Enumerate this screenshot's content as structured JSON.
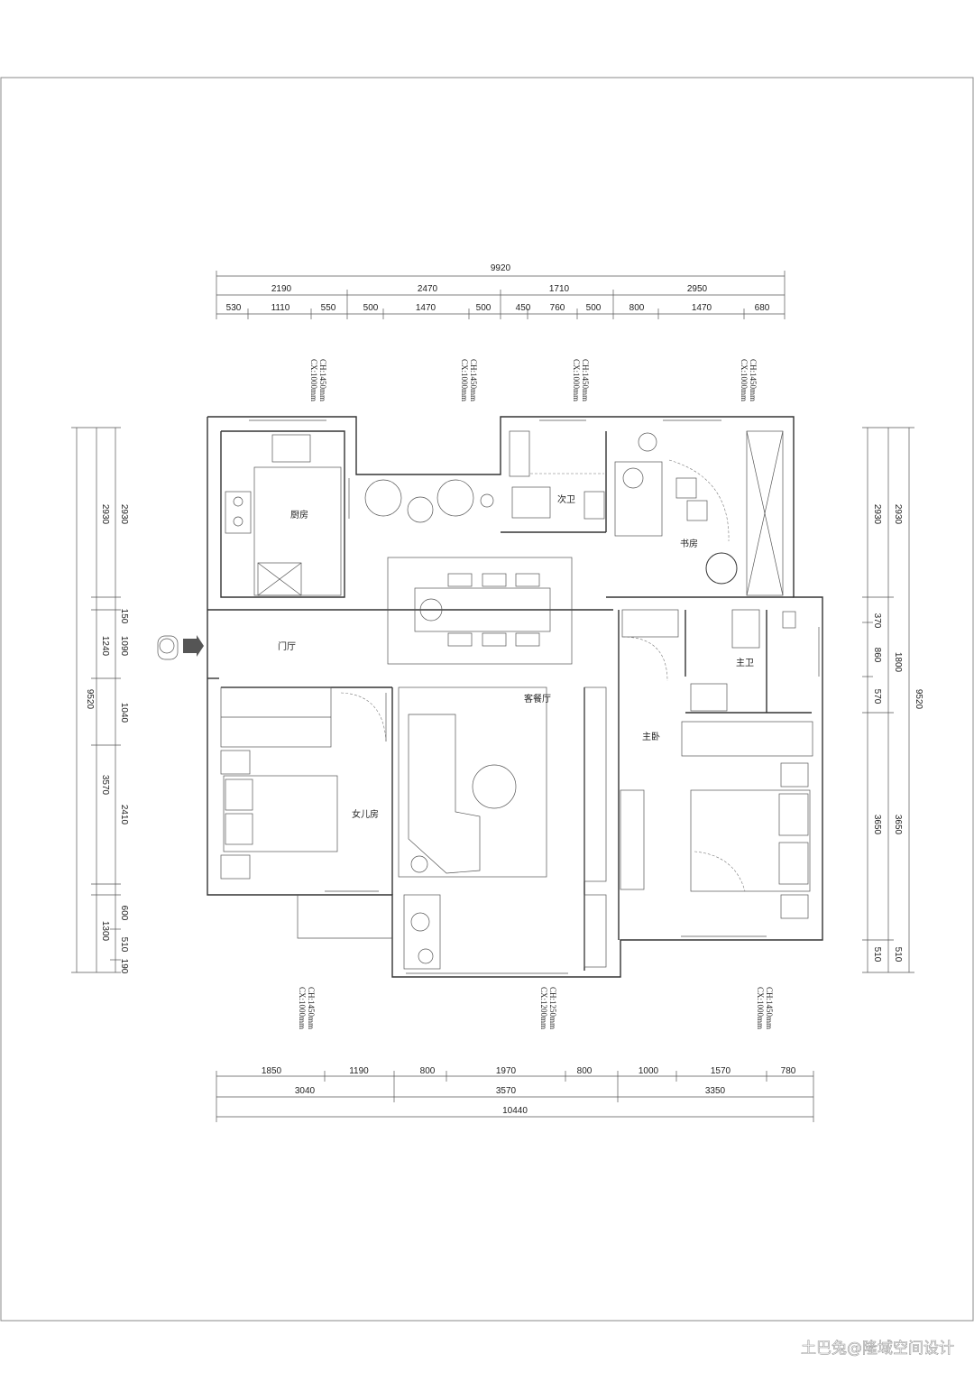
{
  "dims": {
    "top_total": "9920",
    "top_mid": [
      "2190",
      "2470",
      "1710",
      "2950"
    ],
    "top_fine": [
      "530",
      "1110",
      "550",
      "500",
      "1470",
      "500",
      "450",
      "760",
      "500",
      "800",
      "1470",
      "680"
    ],
    "bottom_fine": [
      "1850",
      "1190",
      "800",
      "1970",
      "800",
      "1000",
      "1570",
      "780"
    ],
    "bottom_mid": [
      "3040",
      "3570",
      "3350"
    ],
    "bottom_total": "10440",
    "left_total": "9520",
    "left_mid": [
      "2930",
      "1240",
      "3570",
      "1300"
    ],
    "left_fine": [
      "2930",
      "150",
      "1090",
      "1040",
      "2410",
      "600",
      "510",
      "190"
    ],
    "right_total": "9520",
    "right_mid": [
      "2930",
      "1800",
      "3650",
      "510"
    ],
    "right_fine": [
      "2930",
      "370",
      "860",
      "570",
      "3650",
      "510"
    ]
  },
  "rooms": {
    "kitchen": "厨房",
    "second_bath": "次卫",
    "study": "书房",
    "foyer": "门厅",
    "master_bath": "主卫",
    "living_dining": "客餐厅",
    "master_bed": "主卧",
    "daughter_room": "女儿房"
  },
  "window_notes": {
    "top1": [
      "CH:1450mm",
      "CX:1000mm"
    ],
    "top2": [
      "CH:1450mm",
      "CX:1000mm"
    ],
    "top3": [
      "CH:1450mm",
      "CX:1000mm"
    ],
    "top4": [
      "CH:1450mm",
      "CX:1000mm"
    ],
    "bot1": [
      "CH:1450mm",
      "CX:1000mm"
    ],
    "bot2": [
      "CH:1250mm",
      "CX:1200mm"
    ],
    "bot3": [
      "CH:1450mm",
      "CX:1000mm"
    ]
  },
  "watermark": "土巴兔@隆域空间设计",
  "colors": {
    "line": "#333333",
    "text": "#222222",
    "frame": "#888888"
  }
}
